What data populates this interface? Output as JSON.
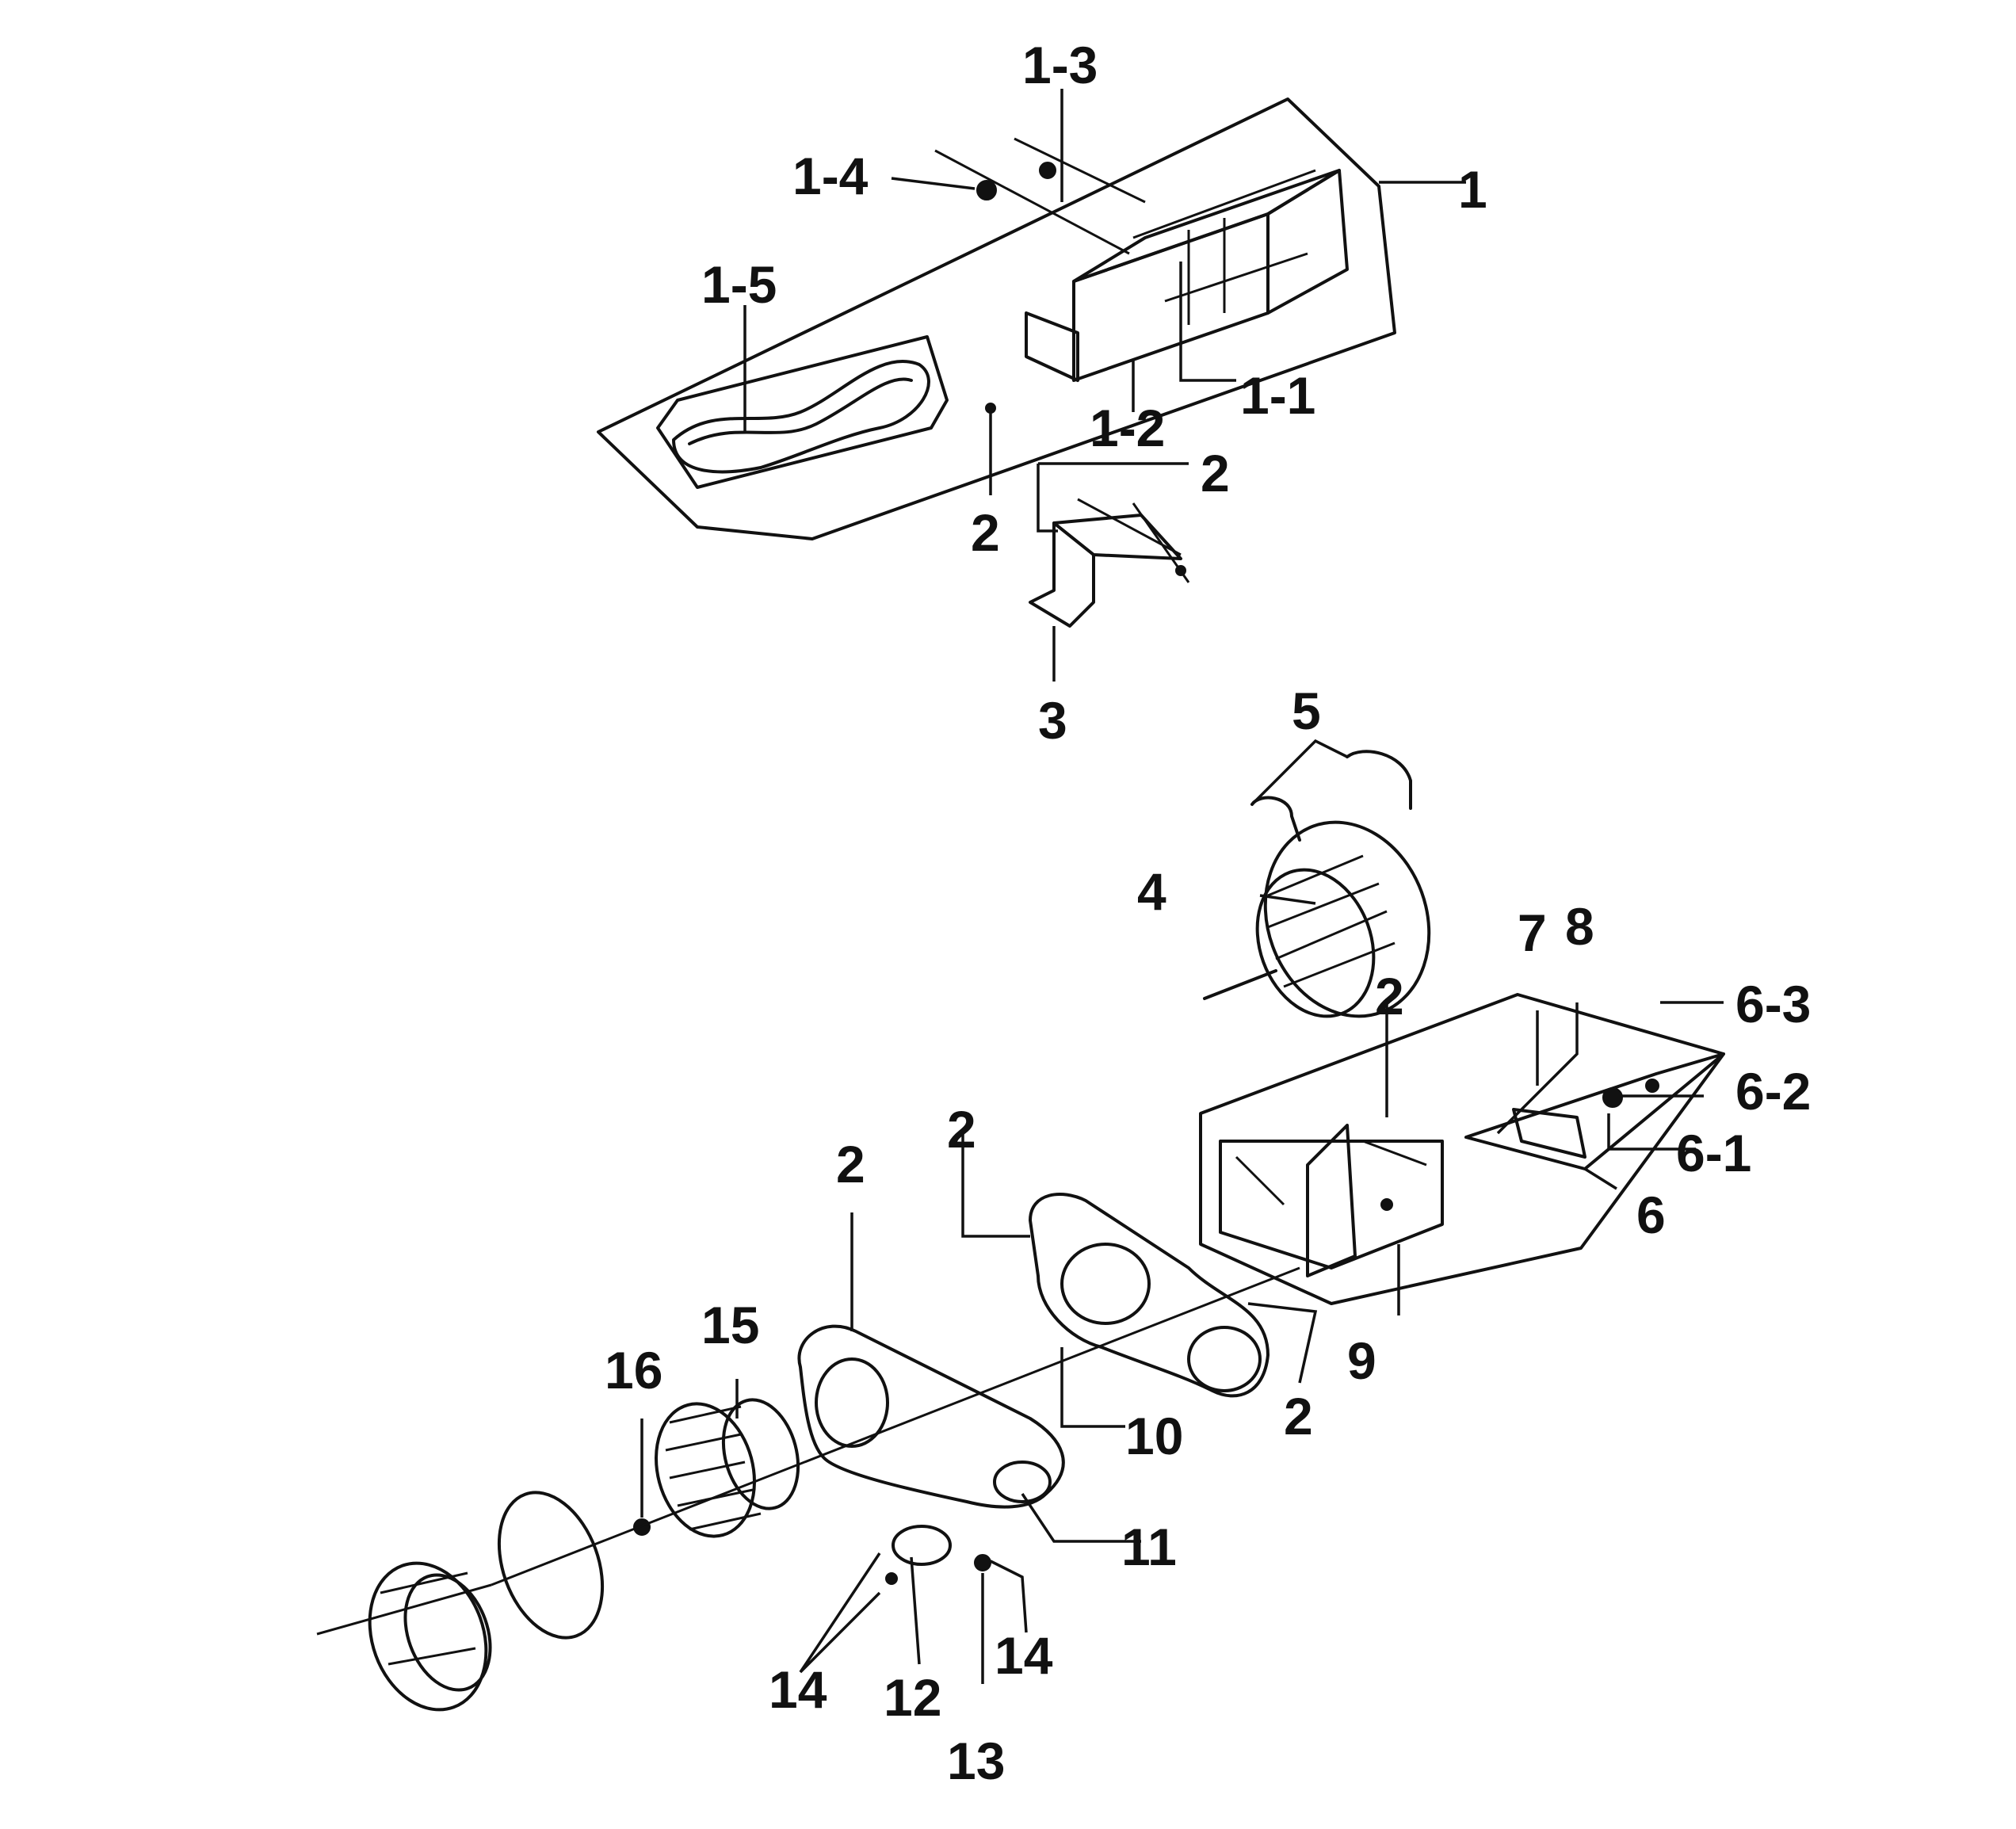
{
  "labels": {
    "l1": "1",
    "l1_1": "1-1",
    "l1_2": "1-2",
    "l1_3": "1-3",
    "l1_4": "1-4",
    "l1_5": "1-5",
    "l2": "2",
    "l3": "3",
    "l4": "4",
    "l5": "5",
    "l6": "6",
    "l6_1": "6-1",
    "l6_2": "6-2",
    "l6_3": "6-3",
    "l7": "7",
    "l8": "8",
    "l9": "9",
    "l10": "10",
    "l11": "11",
    "l12": "12",
    "l13": "13",
    "l14": "14",
    "l15": "15",
    "l16": "16"
  }
}
